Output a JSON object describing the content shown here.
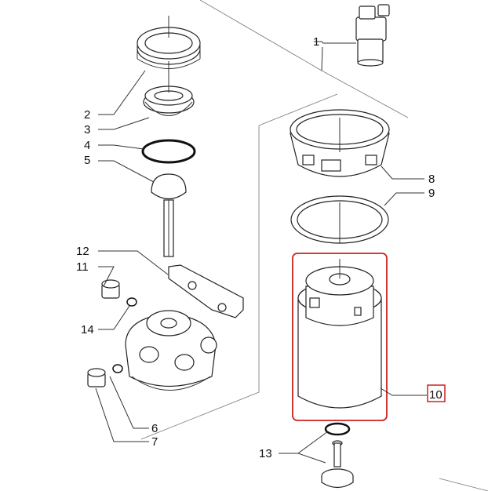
{
  "callouts": [
    {
      "id": "c1",
      "text": "1"
    },
    {
      "id": "c2",
      "text": "2"
    },
    {
      "id": "c3",
      "text": "3"
    },
    {
      "id": "c4",
      "text": "4"
    },
    {
      "id": "c5",
      "text": "5"
    },
    {
      "id": "c6",
      "text": "6"
    },
    {
      "id": "c7",
      "text": "7"
    },
    {
      "id": "c8",
      "text": "8"
    },
    {
      "id": "c9",
      "text": "9"
    },
    {
      "id": "c10",
      "text": "10"
    },
    {
      "id": "c11",
      "text": "11"
    },
    {
      "id": "c12",
      "text": "12"
    },
    {
      "id": "c13",
      "text": "13"
    },
    {
      "id": "c14",
      "text": "14"
    }
  ],
  "colors": {
    "line": "#333333",
    "highlight": "#cc2222",
    "background": "#ffffff"
  }
}
